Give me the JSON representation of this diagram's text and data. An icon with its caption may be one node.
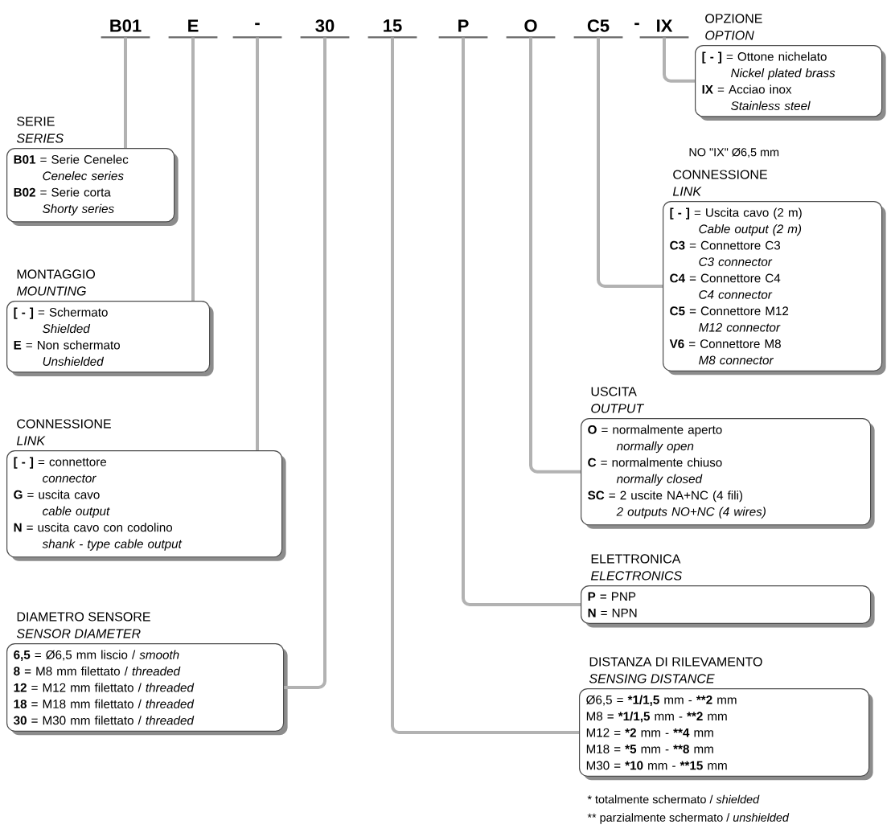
{
  "diagram": {
    "nodes": [
      {
        "text": [
          "B01"
        ]
      },
      {
        "text": [
          "E"
        ]
      },
      {
        "text": [
          "-"
        ]
      },
      {
        "text": [
          "30"
        ]
      },
      {
        "text": [
          "15"
        ]
      },
      {
        "text": [
          "P"
        ]
      },
      {
        "text": [
          "O"
        ]
      },
      {
        "text": [
          "C5"
        ]
      },
      {
        "text": [
          "IX"
        ]
      },
      {
        "text": [
          "SERIE",
          "SERIES",
          "**B01** = Serie Cenelec",
          "Cenelec series",
          "**B02** = Serie corta",
          "Shorty series"
        ]
      },
      {
        "text": [
          "MONTAGGIO",
          "MOUNTING",
          "**[ - ]** = Schermato",
          "Shielded",
          "**E** = Non schermato",
          "Unshielded"
        ]
      },
      {
        "text": [
          "CONNESSIONE",
          "LINK",
          "**[ - ]** = connettore",
          "connector",
          "**G** = uscita cavo",
          "cable output",
          "**N** = uscita cavo con codolino",
          "shank - type cable output"
        ]
      },
      {
        "text": [
          "DIAMETRO SENSORE",
          "SENSOR DIAMETER",
          "**6,5** = Ø6,5 mm liscio / *smooth*",
          "**8** = M8 mm filettato / *threaded*",
          "**12** = M12 mm filettato / *threaded*",
          "**18** = M18 mm filettato / *threaded*",
          "**30** = M30 mm filettato / *threaded*"
        ]
      },
      {
        "text": [
          "OPZIONE",
          "OPTION",
          "**[ - ]** = Ottone nichelato",
          "Nickel plated brass",
          "**IX** = Acciao inox",
          "Stainless steel"
        ]
      },
      {
        "text": [
          "CONNESSIONE",
          "LINK",
          "**[ - ]** = Uscita cavo (2 m)",
          "Cable output (2 m)",
          "**C3** = Connettore C3",
          "C3 connector",
          "**C4** = Connettore C4",
          "C4 connector",
          "**C5** = Connettore M12",
          "M12 connector",
          "**V6** = Connettore M8",
          "M8 connector"
        ]
      },
      {
        "text": [
          "USCITA",
          "OUTPUT",
          "**O** = normalmente aperto",
          "normally open",
          "**C** = normalmente chiuso",
          "normally closed",
          "**SC** = 2 uscite NA+NC (4 fili)",
          "2 outputs NO+NC (4 wires)"
        ]
      },
      {
        "text": [
          "ELETTRONICA",
          "ELECTRONICS",
          "**P** = PNP",
          "**N** = NPN"
        ]
      },
      {
        "text": [
          "DISTANZA DI RILEVAMENTO",
          "SENSING DISTANCE",
          "Ø6,5 = ***1/1,5** mm - ****2** mm",
          "M8 = ***1/1,5** mm - ****2** mm",
          "M12 = ***2** mm - ****4** mm",
          "M18 = ***5** mm - ****8** mm",
          "M30 = ***10** mm - ****15** mm"
        ]
      }
    ],
    "edges": [
      {
        "from": 0,
        "to": 9,
        "arrow": "none"
      },
      {
        "from": 1,
        "to": 10,
        "arrow": "none"
      },
      {
        "from": 2,
        "to": 11,
        "arrow": "none"
      },
      {
        "from": 3,
        "to": 12,
        "arrow": "none"
      },
      {
        "from": 4,
        "to": 17,
        "arrow": "none"
      },
      {
        "from": 5,
        "to": 16,
        "arrow": "none"
      },
      {
        "from": 6,
        "to": 15,
        "arrow": "none"
      },
      {
        "from": 7,
        "to": 14,
        "arrow": "none"
      },
      {
        "from": 8,
        "to": 13,
        "arrow": "none"
      }
    ],
    "labels": [
      "-",
      "NO \"IX\" Ø6,5 mm",
      "* totalmente schermato / *shielded*",
      "** parzialmente schermato / *unshielded*"
    ]
  }
}
